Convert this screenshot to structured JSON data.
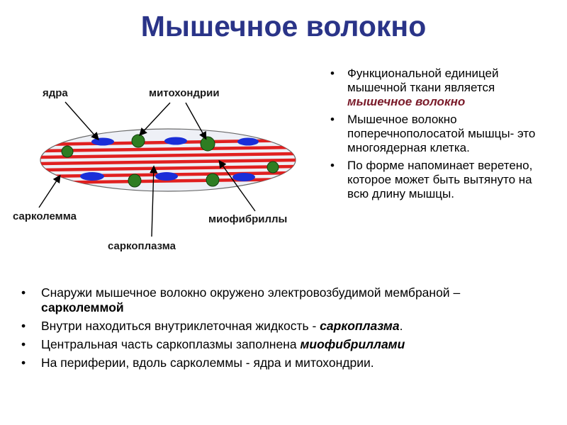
{
  "title": "Мышечное волокно",
  "diagram": {
    "labels": {
      "nuclei": "ядра",
      "mitochondria": "митохондрии",
      "sarcolemma": "сарколемма",
      "myofibrils": "миофибриллы",
      "sarcoplasm": "саркоплазма"
    },
    "colors": {
      "myofibril": "#e02020",
      "nucleus": "#1a2ed8",
      "mitochondrion": "#2e7d22",
      "membrane_fill": "#eef0f6"
    }
  },
  "right_bullets": [
    {
      "text": "Функциональной единицей мышечной ткани является ",
      "emphasis": "мышечное волокно"
    },
    {
      "text": "Мышечное волокно поперечнополосатой мышцы- это многоядерная клетка."
    },
    {
      "text": "По форме напоминает веретено, которое может быть вытянуто на всю длину мышцы."
    }
  ],
  "bottom_bullets": [
    {
      "text": "Снаружи мышечное волокно  окружено электровозбудимой мембраной – ",
      "emphasis": "сарколеммой",
      "after": ""
    },
    {
      "text": "Внутри находиться внутриклеточная жидкость -  ",
      "emphasis": "саркоплазма",
      "after": "."
    },
    {
      "text": "Центральная часть саркоплазмы заполнена ",
      "emphasis": "миофибриллами",
      "after": ""
    },
    {
      "text": "На периферии, вдоль сарколеммы - ядра и митохондрии.",
      "emphasis": "",
      "after": ""
    }
  ]
}
